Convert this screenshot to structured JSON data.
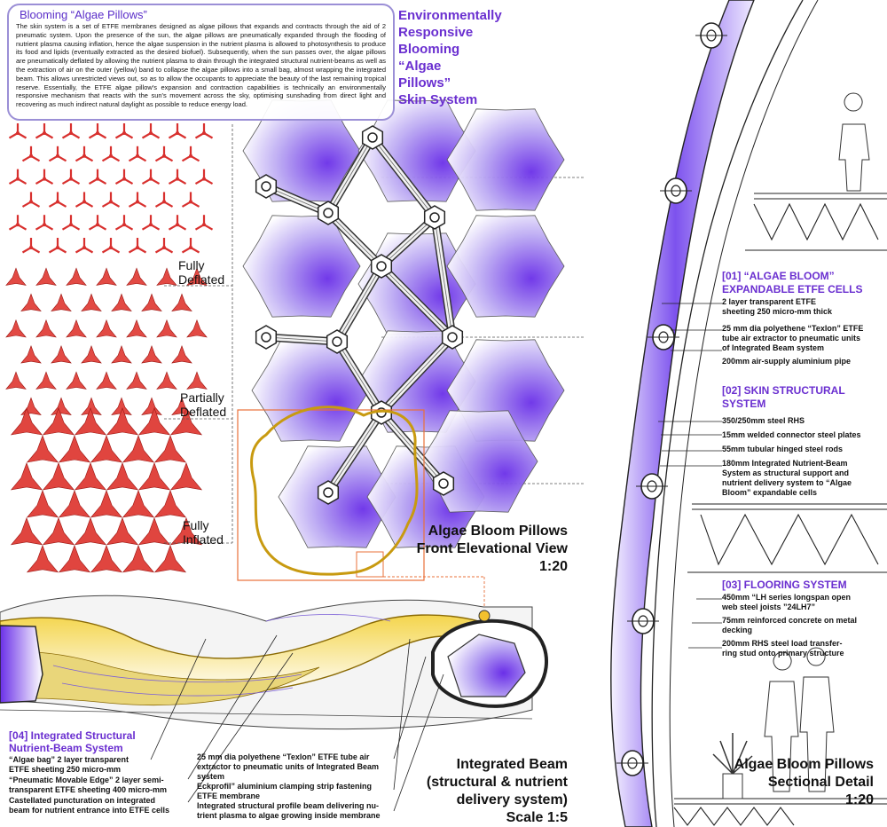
{
  "intro": {
    "title": "Blooming “Algae Pillows”",
    "body": "The skin system is a set of ETFE membranes designed as algae pillows that expands and contracts through the aid of 2 pneumatic system. Upon the presence of the sun, the algae pillows are pneumatically expanded through the flooding of nutrient plasma causing inflation, hence the algae suspension in the nutrient plasma is allowed to photosynthesis to produce its food and lipids (eventually extracted as the desired biofuel). Subsequently, when the sun passes over, the algae pillows are pneumatically deflated by allowing the nutrient plasma to drain through the integrated structural nutrient-beams as well as the extraction of air on the outer (yellow) band to collapse the algae pillows into a small bag, almost wrapping the integrated beam. This allows unrestricted views out, so as to allow the occupants to appreciate the beauty of the last remaining tropical reserve. Essentially, the ETFE algae pillow's expansion and contraction capabilities is technically an environmentally responsive mechanism that reacts with the sun's movement across the sky, optimising sunshading from direct light and recovering as much indirect natural daylight as possible to reduce energy load."
  },
  "skin_title": [
    "Environmentally",
    "Responsive",
    "Blooming",
    "“Algae",
    "Pillows”",
    "Skin System"
  ],
  "states": [
    [
      "Fully",
      "Deflated"
    ],
    [
      "Partially",
      "Deflated"
    ],
    [
      "Fully",
      "Inflated"
    ]
  ],
  "front_view": [
    "Algae Bloom Pillows",
    "Front Elevational View",
    "1:20"
  ],
  "beam_view": [
    "Integrated Beam",
    "(structural & nutrient",
    "delivery system)",
    "Scale 1:5"
  ],
  "section_view": [
    "Algae Bloom Pillows",
    "Sectional Detail",
    "1:20"
  ],
  "s01": {
    "heading": [
      "[01] “ALGAE  BLOOM”",
      "EXPANDABLE ETFE CELLS"
    ],
    "notes": [
      [
        "2 layer transparent ETFE",
        "sheeting 250 micro-mm thick"
      ],
      [
        "25 mm dia polyethene “Texlon” ETFE",
        "tube air extractor to pneumatic units",
        "of Integrated Beam system"
      ],
      [
        "200mm air-supply aluminium pipe"
      ]
    ]
  },
  "s02": {
    "heading": [
      "[02] SKIN STRUCTURAL",
      "SYSTEM"
    ],
    "notes": [
      [
        "350/250mm  steel RHS"
      ],
      [
        "15mm welded connector steel plates"
      ],
      [
        "55mm tubular hinged steel rods"
      ],
      [
        "180mm Integrated Nutrient-Beam",
        "System as structural support and",
        "nutrient delivery system to “Algae",
        "Bloom” expandable cells"
      ]
    ]
  },
  "s03": {
    "heading": [
      "[03] FLOORING SYSTEM"
    ],
    "notes": [
      [
        "450mm “LH series longspan open",
        "web steel joists ”24LH7”"
      ],
      [
        "75mm reinforced concrete on metal",
        "decking"
      ],
      [
        "200mm RHS steel load transfer-",
        "ring stud onto primary structure"
      ]
    ]
  },
  "s04": {
    "heading": [
      "[04] Integrated Structural",
      "Nutrient-Beam System"
    ],
    "notes": [
      [
        "“Algae bag” 2 layer transparent",
        "ETFE sheeting 250 micro-mm"
      ],
      [
        "“Pneumatic Movable Edge” 2 layer semi-",
        "transparent ETFE sheeting 400 micro-mm"
      ],
      [
        "Castellated puncturation on integrated",
        "beam for nutrient entrance into ETFE cells"
      ]
    ]
  },
  "beam_notes": [
    [
      "25 mm dia polyethene “Texlon” ETFE tube air",
      "extractor to pneumatic units of Integrated Beam",
      "system"
    ],
    [
      "Eckprofil” aluminium clamping strip fastening",
      "ETFE membrane"
    ],
    [
      "Integrated structural profile beam delivering nu-",
      "trient plasma to algae growing inside membrane"
    ]
  ],
  "colors": {
    "purple": "#6a2fd0",
    "red": "#d8302e",
    "yellow": "#e8b81a",
    "accent": "#7b3ff2"
  }
}
